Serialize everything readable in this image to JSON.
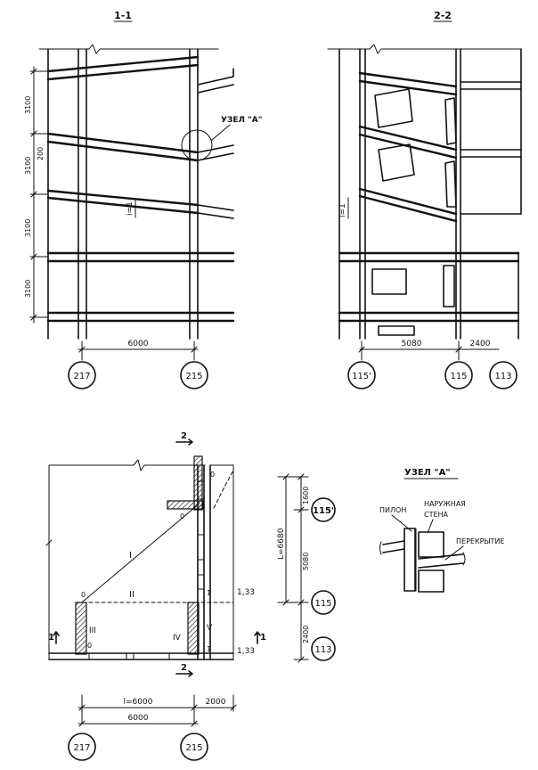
{
  "section_titles": {
    "s11": "1-1",
    "s22": "2-2"
  },
  "section_11": {
    "levels": [
      "3100",
      "3100",
      "3100",
      "3100"
    ],
    "offset": "200",
    "slope": "i=1",
    "node_label": "УЗЕЛ \"А\"",
    "span": "6000",
    "axes": [
      "217",
      "215"
    ]
  },
  "section_22": {
    "slope": "i=1",
    "spans": [
      "5080",
      "2400"
    ],
    "axes": [
      "115'",
      "115",
      "113"
    ]
  },
  "plan": {
    "cut_mark": "2",
    "cut_mark_side": "1",
    "lines": [
      "I",
      "II",
      "III",
      "IV",
      "V"
    ],
    "node_values": [
      "0",
      "0",
      "0",
      "1",
      "1",
      "1,33",
      "1,33"
    ],
    "dims_vertical": [
      "1600",
      "L=6680",
      "5080",
      "2400"
    ],
    "dims_horizontal": [
      "l=6000",
      "2000",
      "6000"
    ],
    "axes_right": [
      "115'",
      "115",
      "113"
    ],
    "axes_bottom": [
      "217",
      "215"
    ]
  },
  "node_detail": {
    "title": "УЗЕЛ \"А\"",
    "labels": [
      "ПИЛОН",
      "НАРУЖНАЯ",
      "СТЕНА",
      "ПЕРЕКРЫТИЕ"
    ]
  }
}
